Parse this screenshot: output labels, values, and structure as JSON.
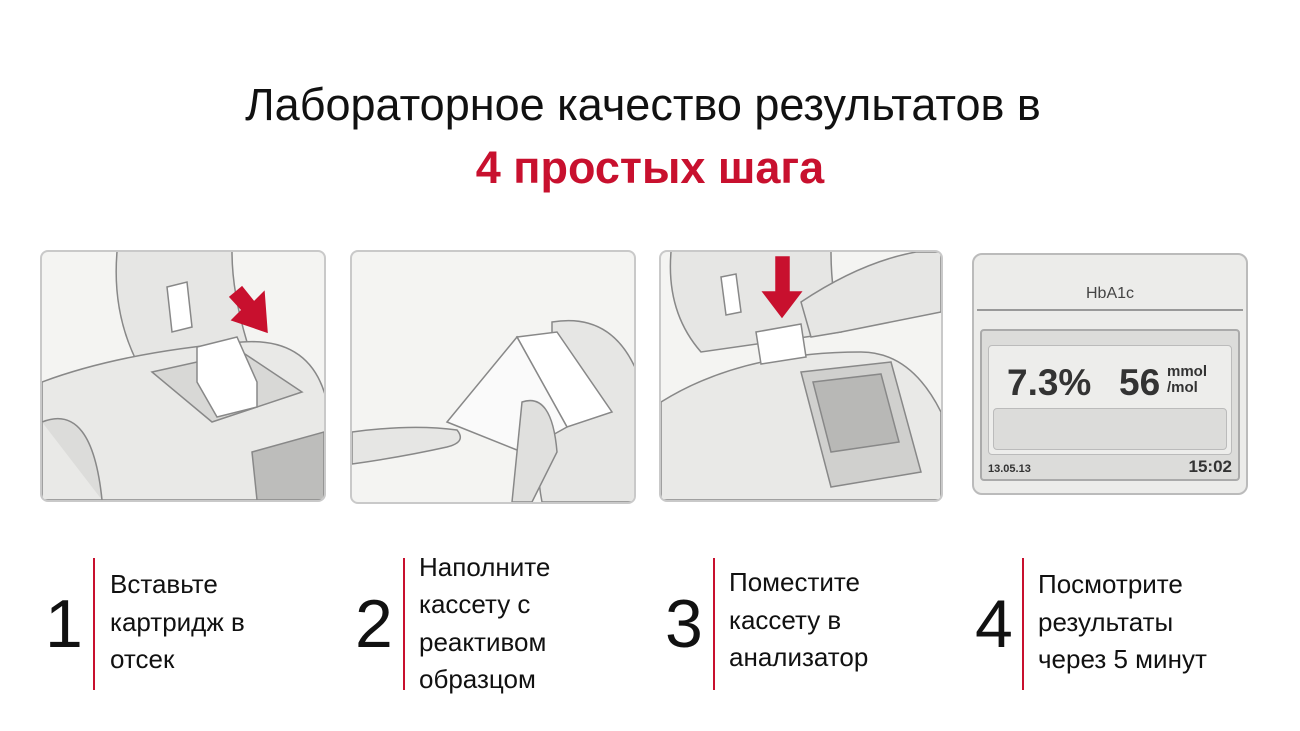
{
  "title": {
    "line1": "Лабораторное качество результатов в",
    "line2": "4 простых шага"
  },
  "colors": {
    "accent": "#c8102e"
  },
  "screen": {
    "label": "HbA1c",
    "percent": "7.3%",
    "mmol_value": "56",
    "unit_top": "mmol",
    "unit_bottom": "/mol",
    "date": "13.05.13",
    "time": "15:02"
  },
  "steps": [
    {
      "number": "1",
      "lines": [
        "Вставьте",
        "картридж в",
        "отсек"
      ]
    },
    {
      "number": "2",
      "lines": [
        "Наполните",
        "кассету с",
        "реактивом",
        "образцом"
      ]
    },
    {
      "number": "3",
      "lines": [
        "Поместите",
        "кассету в",
        "анализатор"
      ]
    },
    {
      "number": "4",
      "lines": [
        "Посмотрите",
        "результаты",
        "через 5 минут"
      ]
    }
  ]
}
